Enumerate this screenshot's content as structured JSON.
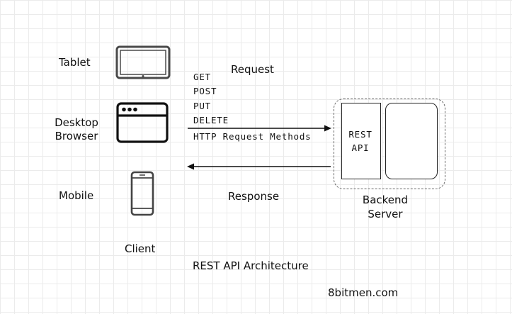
{
  "client": {
    "tablet_label": "Tablet",
    "desktop_label_line1": "Desktop",
    "desktop_label_line2": "Browser",
    "mobile_label": "Mobile",
    "group_label": "Client"
  },
  "request": {
    "label": "Request",
    "methods": [
      "GET",
      "POST",
      "PUT",
      "DELETE"
    ],
    "methods_caption": "HTTP Request Methods"
  },
  "response": {
    "label": "Response"
  },
  "backend": {
    "rest_api_line1": "REST",
    "rest_api_line2": "API",
    "label_line1": "Backend",
    "label_line2": "Server"
  },
  "title": "REST API Architecture",
  "credit": "8bitmen.com"
}
